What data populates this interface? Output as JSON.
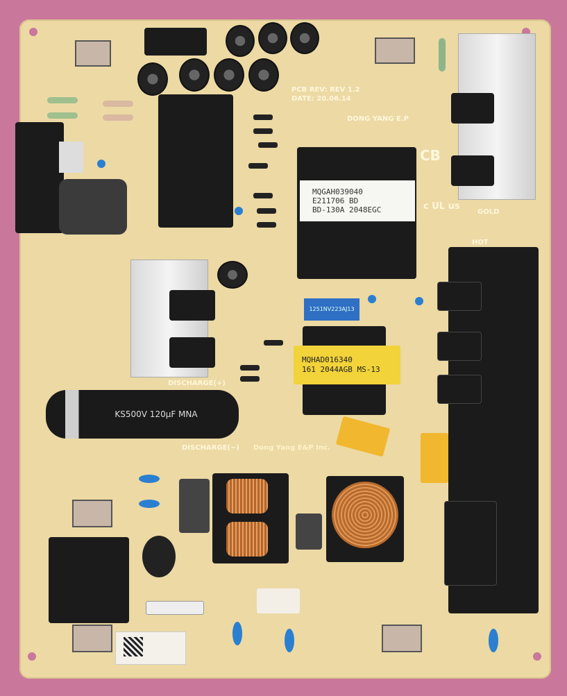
{
  "pcb": {
    "pcb_rev": "PCB REV: REV 1.2",
    "date": "DATE: 20.06.14",
    "brand": "DONG YANG E.P",
    "cb_mark": "CB",
    "ul_mark": "c UL us",
    "gold_mark": "GOLD",
    "hot_mark": "HOT",
    "discharge_plus": "DISCHARGE(+)",
    "discharge_minus": "DISCHARGE(−)",
    "maker_footer": "Dong Yang E&P Inc.",
    "main_transformer_label": [
      "MQGAH039040",
      "E211706  BD",
      "BD-130A 2048EGC"
    ],
    "aux_transformer_label": [
      "MQHAD016340",
      "161 2044AGB MS-13"
    ],
    "bulk_capacitor_label": "KS500V 120μF MNA",
    "relay_label": "1251NV223AJ13"
  }
}
